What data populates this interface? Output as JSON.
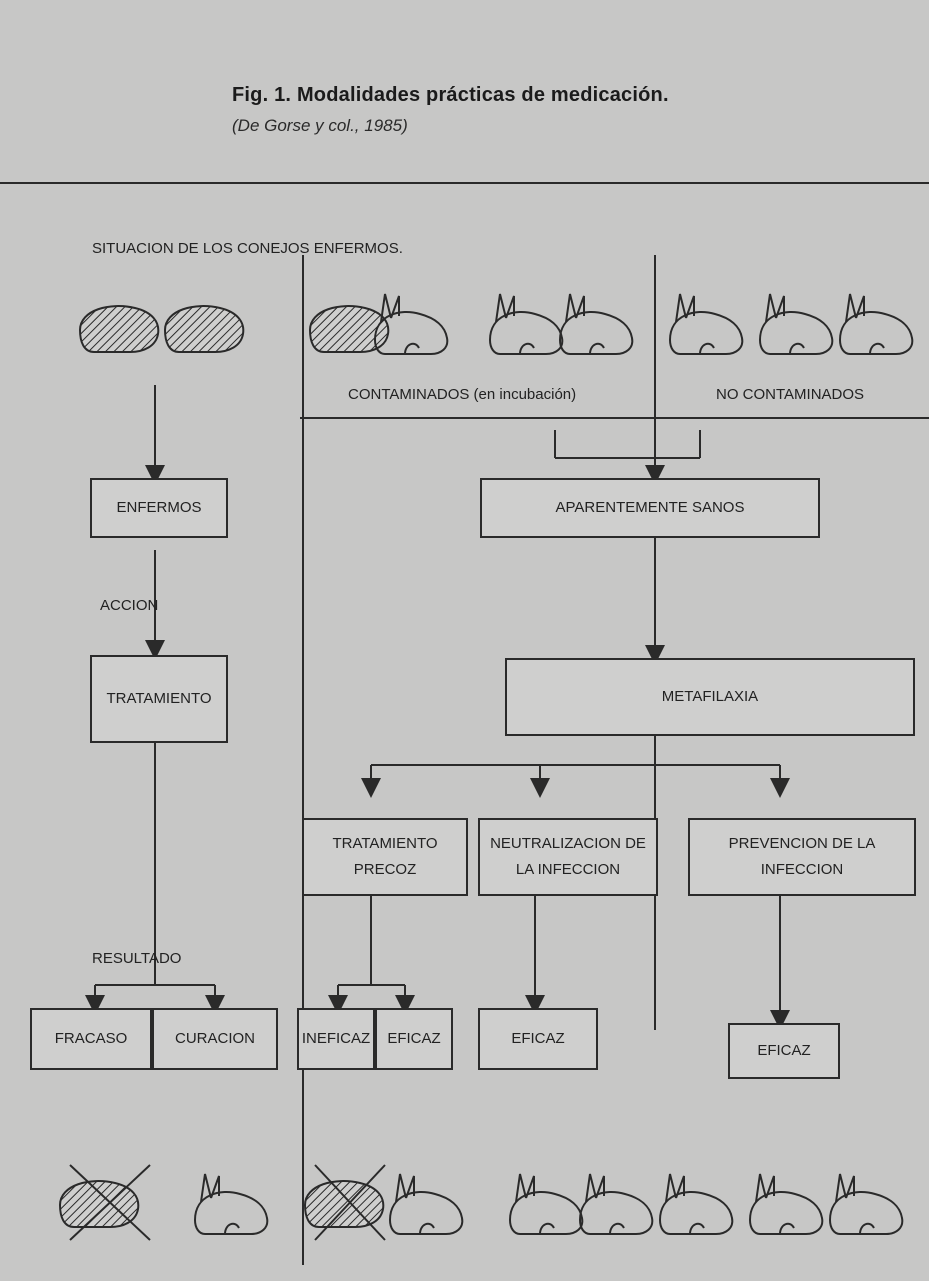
{
  "figure": {
    "title": "Fig. 1. Modalidades prácticas de medicación.",
    "subtitle": "(De Gorse y col., 1985)"
  },
  "diagram": {
    "header_label": "SITUACION DE LOS CONEJOS ENFERMOS.",
    "contaminados": "CONTAMINADOS (en incubación)",
    "no_contaminados": "NO CONTAMINADOS",
    "enfermos": "ENFERMOS",
    "aparentemente_sanos": "APARENTEMENTE SANOS",
    "accion": "ACCION",
    "tratamiento": "TRATAMIENTO",
    "metafilaxia": "METAFILAXIA",
    "tratamiento_precoz": "TRATAMIENTO PRECOZ",
    "neutralizacion": "NEUTRALIZACION DE LA INFECCION",
    "prevencion": "PREVENCION DE LA INFECCION",
    "resultado": "RESULTADO",
    "fracaso": "FRACASO",
    "curacion": "CURACION",
    "ineficaz": "INEFICAZ",
    "eficaz_1": "EFICAZ",
    "eficaz_2": "EFICAZ",
    "eficaz_3": "EFICAZ"
  },
  "colors": {
    "background": "#c7c7c6",
    "ink": "#2a2a2a"
  }
}
